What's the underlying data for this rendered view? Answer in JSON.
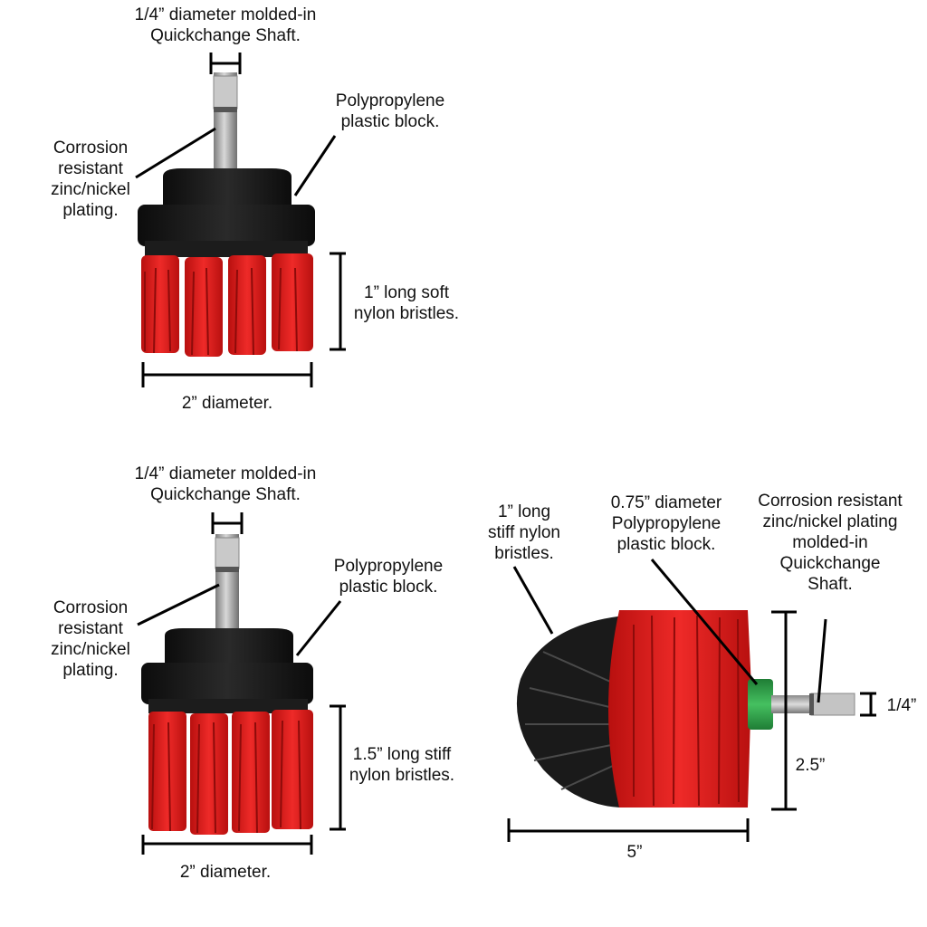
{
  "colors": {
    "bristle_red": "#e0201f",
    "bristle_black": "#1a1a1a",
    "block_black": "#161616",
    "collar_green": "#2fa24a",
    "shaft_metal": "#a9a9a9",
    "background": "#ffffff",
    "line": "#000000"
  },
  "brush_soft": {
    "shaft_label": [
      "1/4” diameter molded-in",
      "Quickchange Shaft."
    ],
    "block_label": [
      "Polypropylene",
      "plastic block."
    ],
    "plating_label": [
      "Corrosion",
      "resistant",
      "zinc/nickel",
      "plating."
    ],
    "bristle_label": [
      "1” long soft",
      "nylon bristles."
    ],
    "diameter_label": "2” diameter."
  },
  "brush_stiff": {
    "shaft_label": [
      "1/4” diameter molded-in",
      "Quickchange Shaft."
    ],
    "block_label": [
      "Polypropylene",
      "plastic block."
    ],
    "plating_label": [
      "Corrosion",
      "resistant",
      "zinc/nickel",
      "plating."
    ],
    "bristle_label": [
      "1.5” long stiff",
      "nylon bristles."
    ],
    "diameter_label": "2” diameter."
  },
  "brush_cone": {
    "bristle_label": [
      "1” long",
      "stiff nylon",
      "bristles."
    ],
    "block_label": [
      "0.75” diameter",
      "Polypropylene",
      "plastic block."
    ],
    "plating_label": [
      "Corrosion resistant",
      "zinc/nickel plating",
      "molded-in",
      "Quickchange",
      "Shaft."
    ],
    "shaft_dim": "1/4”",
    "height_dim": "2.5”",
    "length_dim": "5”"
  }
}
